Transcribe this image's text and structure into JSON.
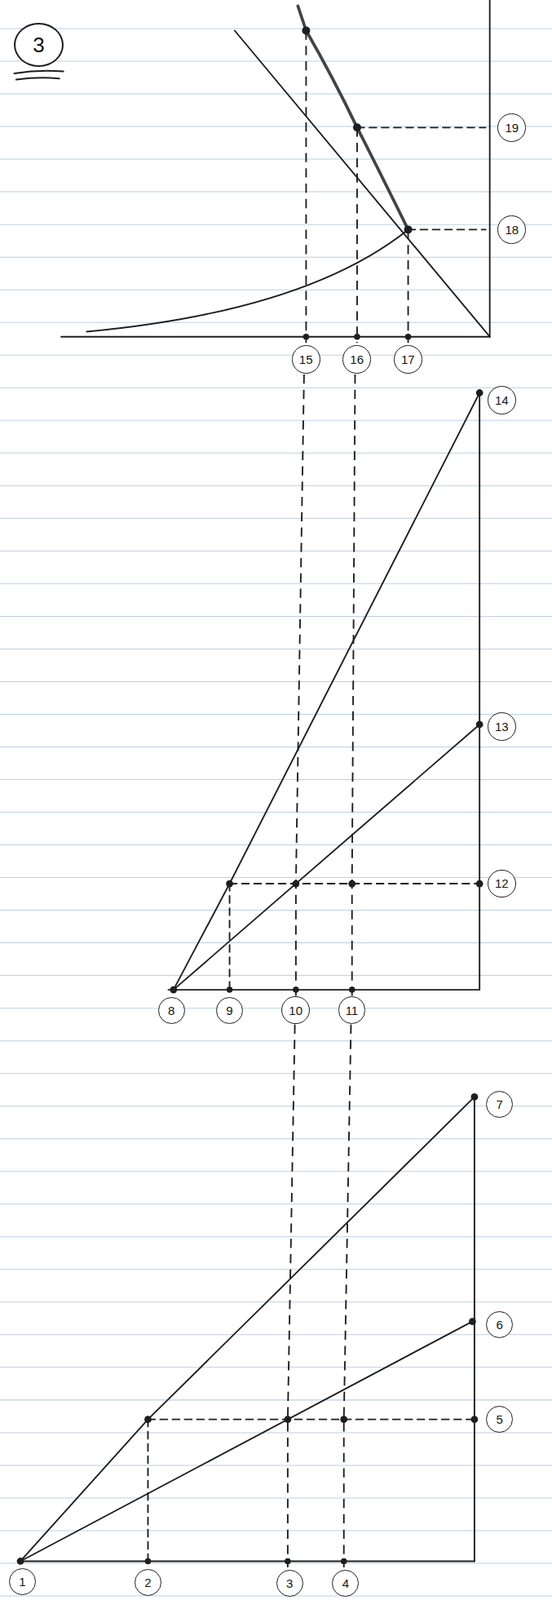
{
  "diagram": {
    "nodes": [
      {
        "text": [
          "3"
        ]
      },
      {
        "text": [
          "1"
        ]
      },
      {
        "text": [
          "2"
        ]
      },
      {
        "text": [
          "3"
        ]
      },
      {
        "text": [
          "4"
        ]
      },
      {
        "text": [
          "5"
        ]
      },
      {
        "text": [
          "6"
        ]
      },
      {
        "text": [
          "7"
        ]
      },
      {
        "text": [
          "8"
        ]
      },
      {
        "text": [
          "9"
        ]
      },
      {
        "text": [
          "10"
        ]
      },
      {
        "text": [
          "11"
        ]
      },
      {
        "text": [
          "12"
        ]
      },
      {
        "text": [
          "13"
        ]
      },
      {
        "text": [
          "14"
        ]
      },
      {
        "text": [
          "15"
        ]
      },
      {
        "text": [
          "16"
        ]
      },
      {
        "text": [
          "17"
        ]
      },
      {
        "text": [
          "18"
        ]
      },
      {
        "text": [
          "19"
        ]
      }
    ]
  }
}
